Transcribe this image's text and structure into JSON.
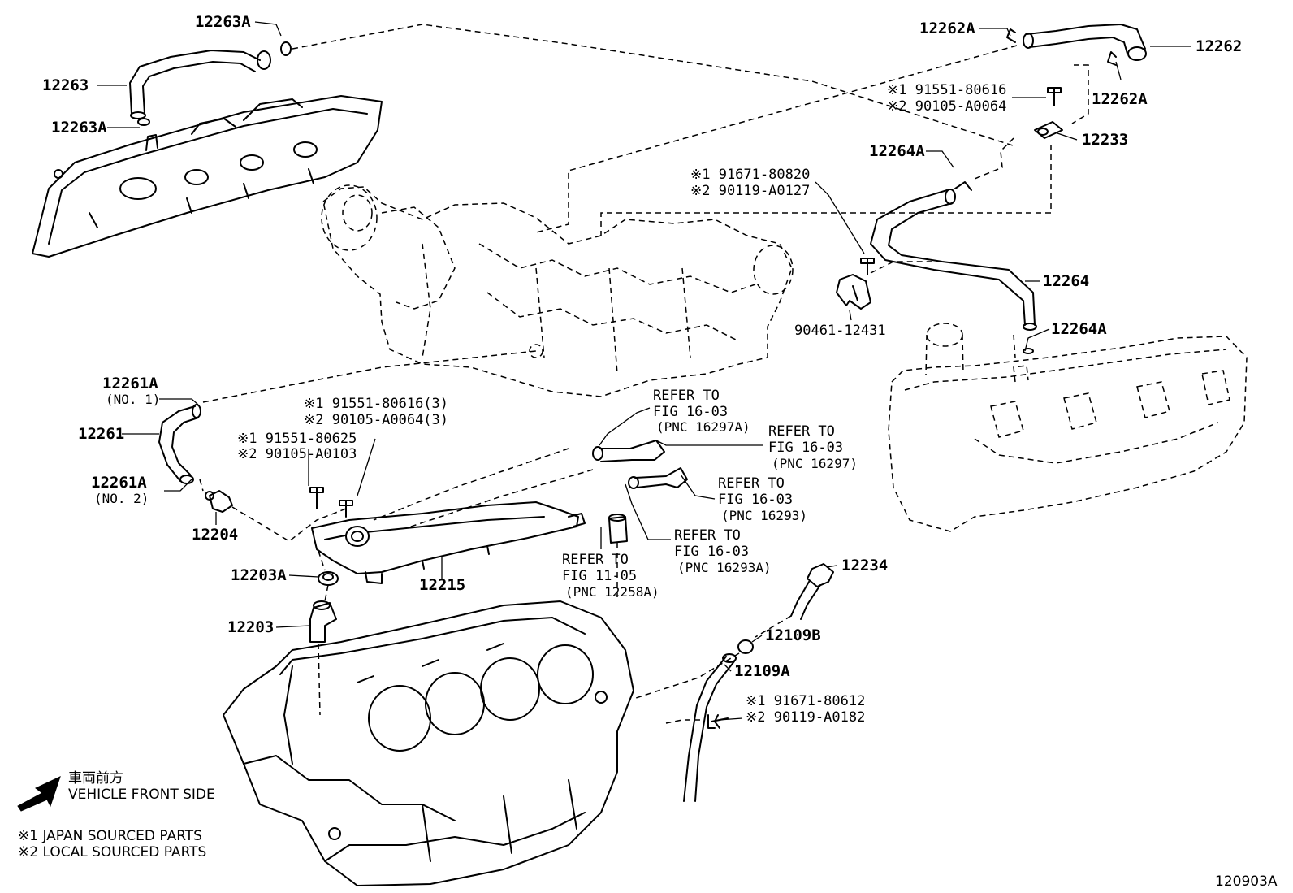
{
  "diagram_id": "120903A",
  "callouts": {
    "c12263A_top": "12263A",
    "c12263": "12263",
    "c12263A_bot": "12263A",
    "c12262A_left": "12262A",
    "c12262": "12262",
    "c12262A_right": "12262A",
    "c12233": "12233",
    "c12264A_top": "12264A",
    "c12264": "12264",
    "c12264A_bot": "12264A",
    "c90461": "90461-12431",
    "c12261A_1": "12261A",
    "c12261A_1_sub": "(NO. 1)",
    "c12261": "12261",
    "c12261A_2": "12261A",
    "c12261A_2_sub": "(NO. 2)",
    "c12204": "12204",
    "c12203A": "12203A",
    "c12203": "12203",
    "c12215": "12215",
    "c12234": "12234",
    "c12109B": "12109B",
    "c12109A": "12109A"
  },
  "dual_parts": {
    "bolt_top_1": "※1 91551-80616",
    "bolt_top_2": "※2 90105-A0064",
    "clamp_bolt_1": "※1 91671-80820",
    "clamp_bolt_2": "※2 90119-A0127",
    "cover_bolt_1": "※1 91551-80616(3)",
    "cover_bolt_2": "※2 90105-A0064(3)",
    "cover_bolt_b1": "※1 91551-80625",
    "cover_bolt_b2": "※2 90105-A0103",
    "tube_bolt_1": "※1 91671-80612",
    "tube_bolt_2": "※2 90119-A0182"
  },
  "refers": {
    "r1_a": "REFER TO",
    "r1_b": "FIG 16-03",
    "r1_c": "(PNC 16297A)",
    "r2_a": "REFER TO",
    "r2_b": "FIG 16-03",
    "r2_c": "(PNC 16297)",
    "r3_a": "REFER TO",
    "r3_b": "FIG 16-03",
    "r3_c": "(PNC 16293)",
    "r4_a": "REFER TO",
    "r4_b": "FIG 16-03",
    "r4_c": "(PNC 16293A)",
    "r5_a": "REFER TO",
    "r5_b": "FIG 11-05",
    "r5_c": "(PNC 12258A)"
  },
  "orientation": {
    "jp": "車両前方",
    "en": "VEHICLE FRONT SIDE"
  },
  "legend": {
    "l1": "※1 JAPAN SOURCED PARTS",
    "l2": "※2 LOCAL SOURCED PARTS"
  }
}
